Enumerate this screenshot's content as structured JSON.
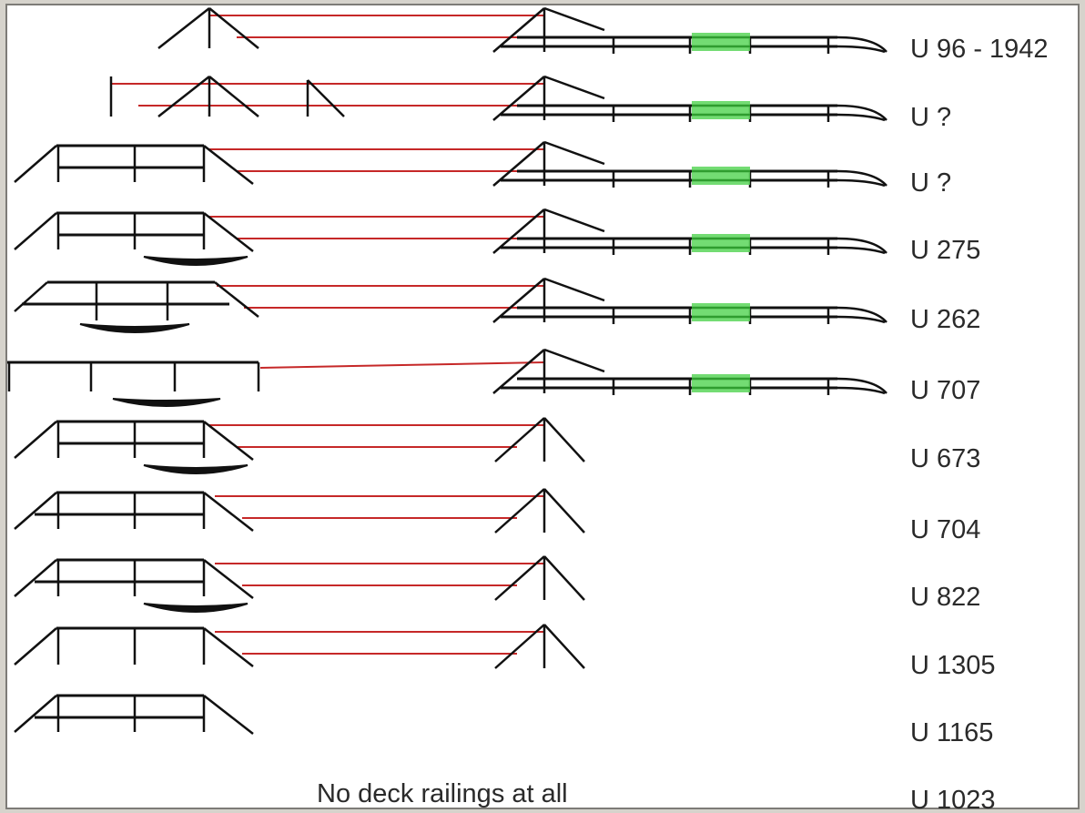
{
  "colors": {
    "structure": "#111111",
    "railing": "#c62828",
    "highlight": "#5bd65b",
    "text": "#2a2a2a"
  },
  "rows": [
    {
      "label": "U 96 - 1942",
      "fore": "tripod",
      "rail": "ab",
      "aft": "full"
    },
    {
      "label": "U ?",
      "fore": "posts",
      "rail": "ab",
      "aft": "full"
    },
    {
      "label": "U ?",
      "fore": "box",
      "rail": "ab",
      "aft": "full"
    },
    {
      "label": "U 275",
      "fore": "box-tub",
      "rail": "ab",
      "aft": "full"
    },
    {
      "label": "U 262",
      "fore": "trap-tub",
      "rail": "ab",
      "aft": "full"
    },
    {
      "label": "U 707",
      "fore": "open-tub",
      "rail": "single",
      "aft": "full"
    },
    {
      "label": "U 673",
      "fore": "box-tub",
      "rail": "ab",
      "aft": "tripod"
    },
    {
      "label": "U 704",
      "fore": "rail-deck",
      "rail": "ab",
      "aft": "tripod"
    },
    {
      "label": "U 822",
      "fore": "rail-deck-tub",
      "rail": "ab",
      "aft": "tripod"
    },
    {
      "label": "U 1305",
      "fore": "posts-only",
      "rail": "ab",
      "aft": "tripod"
    },
    {
      "label": "U 1165",
      "fore": "rail-deck",
      "rail": "none",
      "aft": "none"
    },
    {
      "label": "U 1023",
      "fore": "none",
      "rail": "none",
      "aft": "none"
    }
  ],
  "note": "No deck railings at all"
}
